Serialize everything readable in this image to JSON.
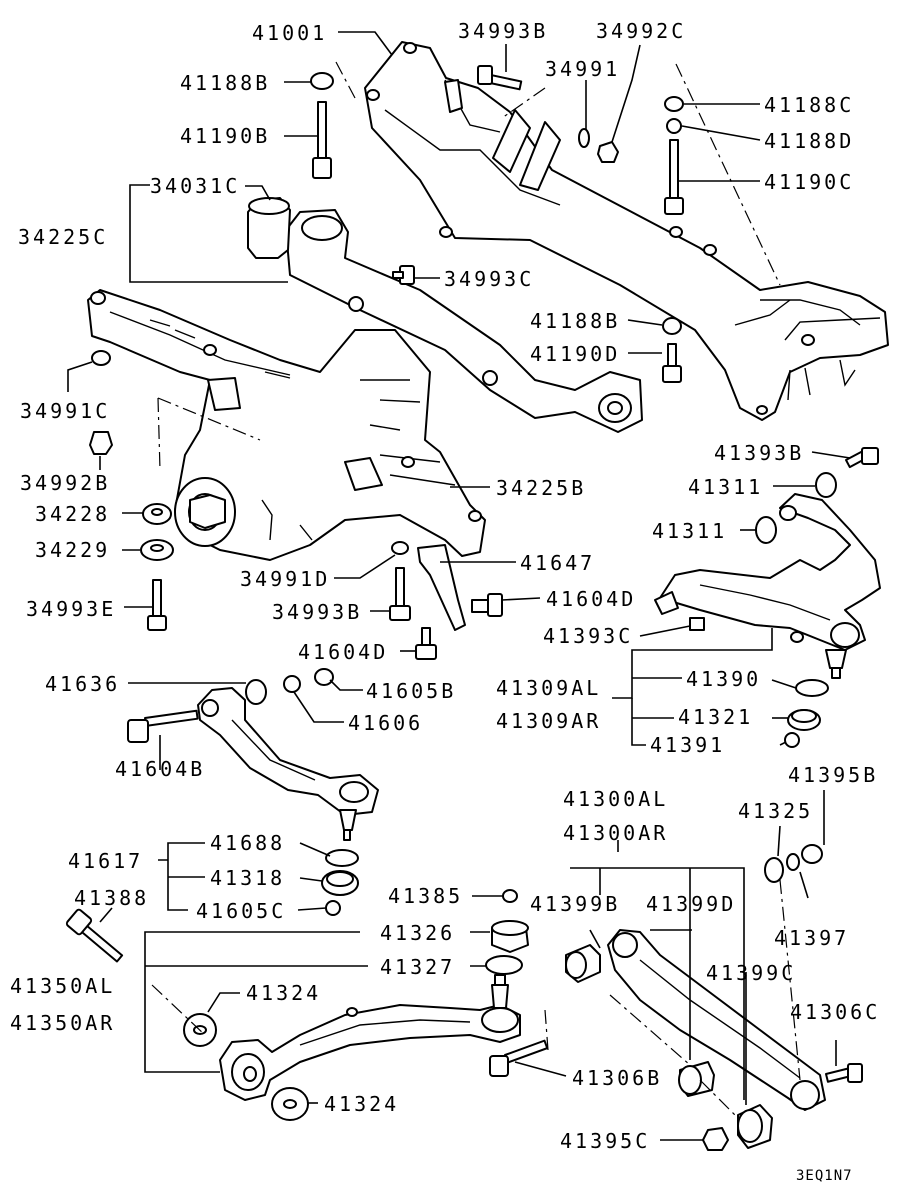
{
  "diagram": {
    "code": "3EQ1N7",
    "parts": {
      "p41001": "41001",
      "p34993B": "34993B",
      "p34992C": "34992C",
      "p41188B_top": "41188B",
      "p34991": "34991",
      "p41188C": "41188C",
      "p41190B": "41190B",
      "p41188D": "41188D",
      "p41190C": "41190C",
      "p34031C": "34031C",
      "p34225C": "34225C",
      "p34993C": "34993C",
      "p41188B_mid": "41188B",
      "p41190D": "41190D",
      "p34991C": "34991C",
      "p34992B": "34992B",
      "p41393B": "41393B",
      "p41311_a": "41311",
      "p34225B": "34225B",
      "p41311_b": "41311",
      "p34228": "34228",
      "p34229": "34229",
      "p41647": "41647",
      "p34991D": "34991D",
      "p41604D_a": "41604D",
      "p34993E": "34993E",
      "p34993B_low": "34993B",
      "p41393C": "41393C",
      "p41604D_b": "41604D",
      "p41636": "41636",
      "p41605B": "41605B",
      "p41309AL": "41309AL",
      "p41390": "41390",
      "p41606": "41606",
      "p41309AR": "41309AR",
      "p41321": "41321",
      "p41604B": "41604B",
      "p41391": "41391",
      "p41395B": "41395B",
      "p41300AL": "41300AL",
      "p41325": "41325",
      "p41300AR": "41300AR",
      "p41688": "41688",
      "p41617": "41617",
      "p41318": "41318",
      "p41397": "41397",
      "p41388": "41388",
      "p41385": "41385",
      "p41399B": "41399B",
      "p41399D": "41399D",
      "p41605C": "41605C",
      "p41326": "41326",
      "p41327": "41327",
      "p41399C": "41399C",
      "p41350AL": "41350AL",
      "p41324_a": "41324",
      "p41350AR": "41350AR",
      "p41306C": "41306C",
      "p41306B": "41306B",
      "p41324_b": "41324",
      "p41395C": "41395C"
    }
  }
}
